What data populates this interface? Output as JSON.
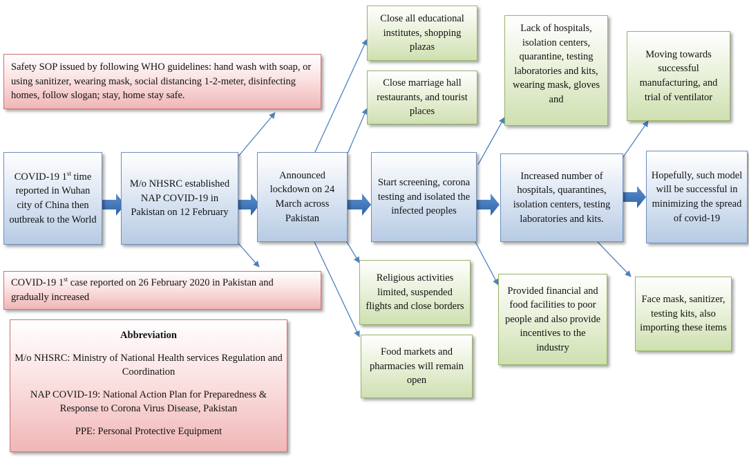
{
  "nodes": {
    "covid_origin": {
      "pre": "COVID-19 1",
      "sup": "st",
      "post": " time reported in Wuhan city of China then outbreak to the World"
    },
    "nhsrc": "M/o NHSRC established NAP COVID-19 in Pakistan on 12 February",
    "lockdown": "Announced lockdown on 24 March across Pakistan",
    "screening": "Start screening, corona testing and isolated the infected peoples",
    "increased": "Increased number of hospitals, quarantines, isolation centers, testing laboratories and kits.",
    "hopefully": "Hopefully, such model will be successful in minimizing the spread of covid-19"
  },
  "notes": {
    "safety_sop": "Safety SOP issued by following WHO guidelines: hand wash with soap, or using sanitizer, wearing mask, social distancing 1-2-meter, disinfecting homes, follow slogan; stay, home stay safe.",
    "first_case": {
      "pre": "COVID-19 1",
      "sup": "st",
      "post": " case reported on 26 February 2020 in Pakistan and gradually increased"
    },
    "close_edu": "Close all educational institutes, shopping plazas",
    "close_marriage": "Close marriage hall restaurants, and tourist places",
    "religious": "Religious activities limited, suspended flights and close borders",
    "food_markets": "Food markets and pharmacies will remain open",
    "lack_hospitals": "Lack of hospitals, isolation centers, quarantine, testing laboratories and kits, wearing mask, gloves and",
    "financial": "Provided financial and food facilities to poor people and also provide incentives to the industry",
    "ventilator": "Moving towards successful manufacturing, and trial of ventilator",
    "face_mask": "Face mask, sanitizer, testing kits, also importing these items"
  },
  "abbreviation": {
    "heading": "Abbreviation",
    "items": [
      "M/o NHSRC: Ministry of National Health services Regulation and Coordination",
      "NAP COVID-19: National Action Plan for Preparedness & Response to Corona Virus Disease, Pakistan",
      "PPE: Personal Protective Equipment"
    ]
  },
  "colors": {
    "main_box": "#b7cbe4",
    "note_green": "#cfe0b1",
    "note_red": "#f0b6b6",
    "arrow": "#4f81bd"
  }
}
